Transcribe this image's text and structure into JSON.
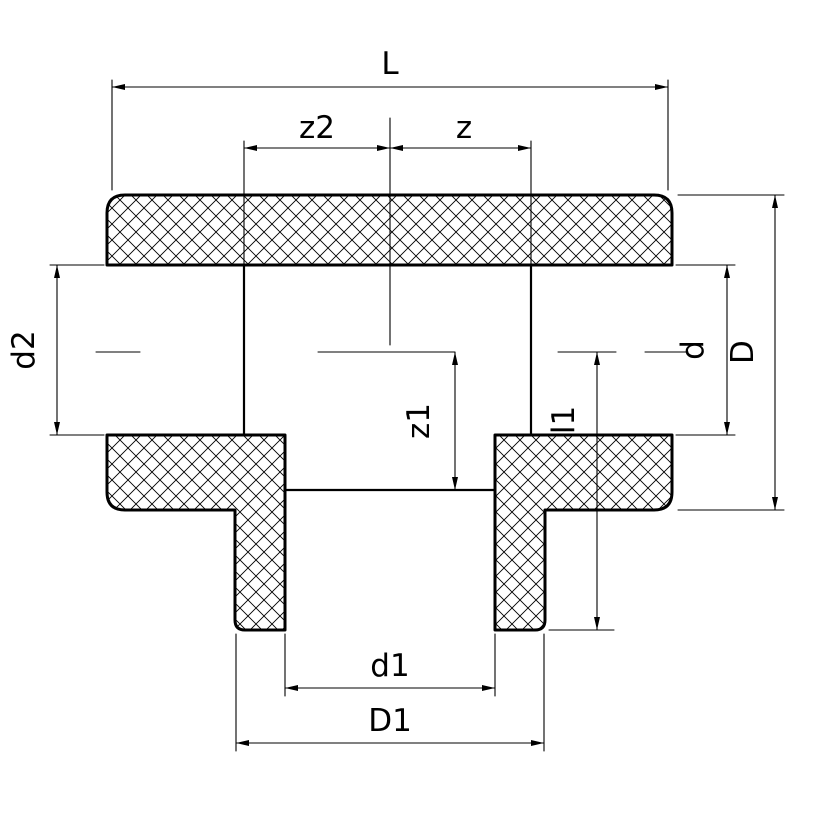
{
  "drawing": {
    "background": "#ffffff",
    "line_color": "#000000"
  },
  "labels": {
    "L": "L",
    "z2": "z2",
    "z": "z",
    "d2": "d2",
    "z1": "z1",
    "l1": "l1",
    "d": "d",
    "D": "D",
    "d1": "d1",
    "D1": "D1"
  }
}
